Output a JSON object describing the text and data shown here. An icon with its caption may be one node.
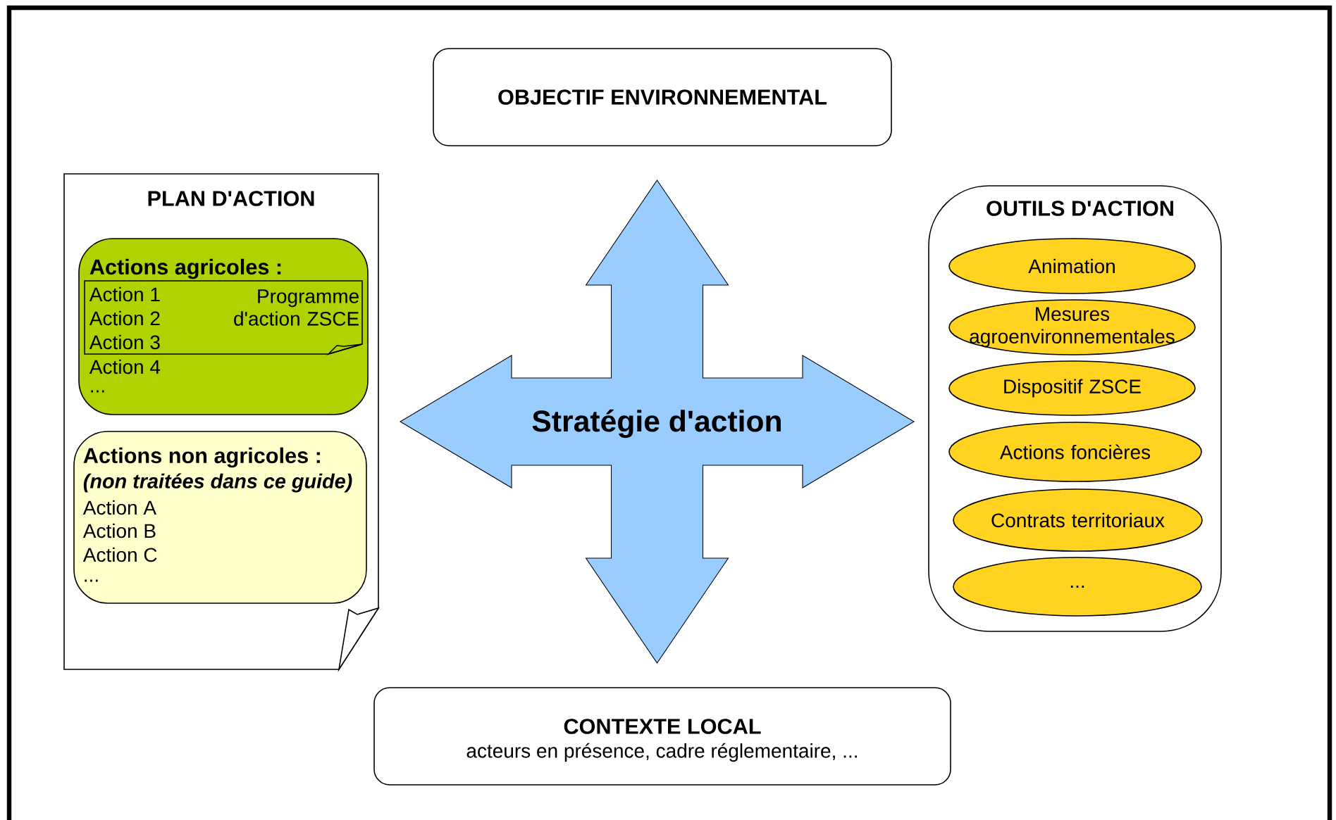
{
  "diagram": {
    "nodes": [
      {
        "text": [
          "OBJECTIF ENVIRONNEMENTAL"
        ]
      },
      {
        "text": [
          "PLAN D'ACTION"
        ]
      },
      {
        "text": [
          "Actions agricoles :",
          "Action 4",
          "..."
        ],
        "in": 1
      },
      {
        "text": [
          "Action 1",
          "Action 2",
          "Action 3",
          "Programme d'action ZSCE"
        ],
        "in": 2
      },
      {
        "text": [
          "Actions non agricoles :",
          "(non traitées dans ce guide)",
          "Action A",
          "Action B",
          "Action C",
          "..."
        ],
        "in": 1
      },
      {
        "text": [
          "Stratégie d'action"
        ]
      },
      {
        "text": [
          "OUTILS D'ACTION"
        ]
      },
      {
        "text": [
          "Animation"
        ],
        "in": 6
      },
      {
        "text": [
          "Mesures agroenvironnementales"
        ],
        "in": 6
      },
      {
        "text": [
          "Dispositif ZSCE"
        ],
        "in": 6
      },
      {
        "text": [
          "Actions foncières"
        ],
        "in": 6
      },
      {
        "text": [
          "Contrats territoriaux"
        ],
        "in": 6
      },
      {
        "text": [
          "..."
        ],
        "in": 6
      },
      {
        "text": [
          "CONTEXTE LOCAL",
          "acteurs en présence, cadre réglementaire, ..."
        ]
      }
    ]
  }
}
